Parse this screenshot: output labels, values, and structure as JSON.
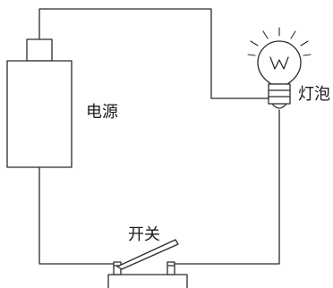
{
  "labels": {
    "power_source": "电源",
    "bulb": "灯泡",
    "switch": "开关"
  },
  "colors": {
    "line": "#2b2b2b",
    "background": "#ffffff"
  }
}
